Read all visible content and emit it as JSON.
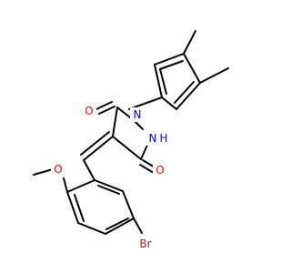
{
  "structure": {
    "atom_labels": {
      "oxygen_upper_carbonyl": "O",
      "nitrogen_ring": "N",
      "nitrogen_nh": "N",
      "hydrogen_nh": "H",
      "oxygen_lower_carbonyl": "O",
      "oxygen_methoxy": "O",
      "bromine": "Br"
    },
    "colors": {
      "bond": "#000000",
      "oxygen": "#ff0000",
      "nitrogen": "#0000ff",
      "bromine": "#a52a2a",
      "background": "#ffffff"
    }
  }
}
